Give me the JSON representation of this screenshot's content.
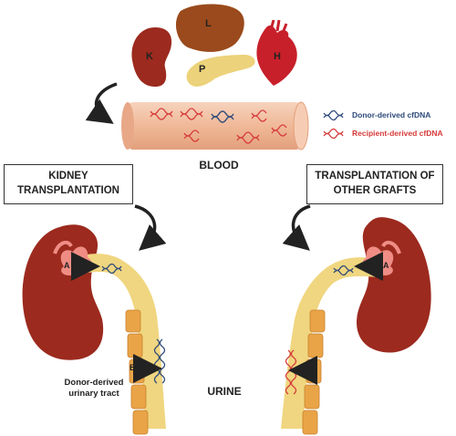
{
  "organs": {
    "kidney": "K",
    "liver": "L",
    "pancreas": "P",
    "heart": "H"
  },
  "blood_label": "BLOOD",
  "urine_label": "URINE",
  "legend": {
    "donor": "Donor-derived cfDNA",
    "recipient": "Recipient-derived cfDNA"
  },
  "left_box": "KIDNEY\nTRANSPLANTATION",
  "right_box": "TRANSPLANTATION OF\nOTHER GRAFTS",
  "tract_label": "Donor-derived\nurinary tract",
  "markers": {
    "a_left": "A",
    "b_left": "B",
    "a_right": "A"
  },
  "colors": {
    "kidney": "#9c2a1e",
    "liver": "#9a4a1c",
    "heart": "#c8202a",
    "pancreas": "#ecd27a",
    "blood_vessel": "#f2c1a5",
    "donor_dna": "#2e4a7a",
    "recipient_dna": "#d63a3a",
    "ureter": "#f0d680",
    "tract_cells": "#e9a447"
  }
}
